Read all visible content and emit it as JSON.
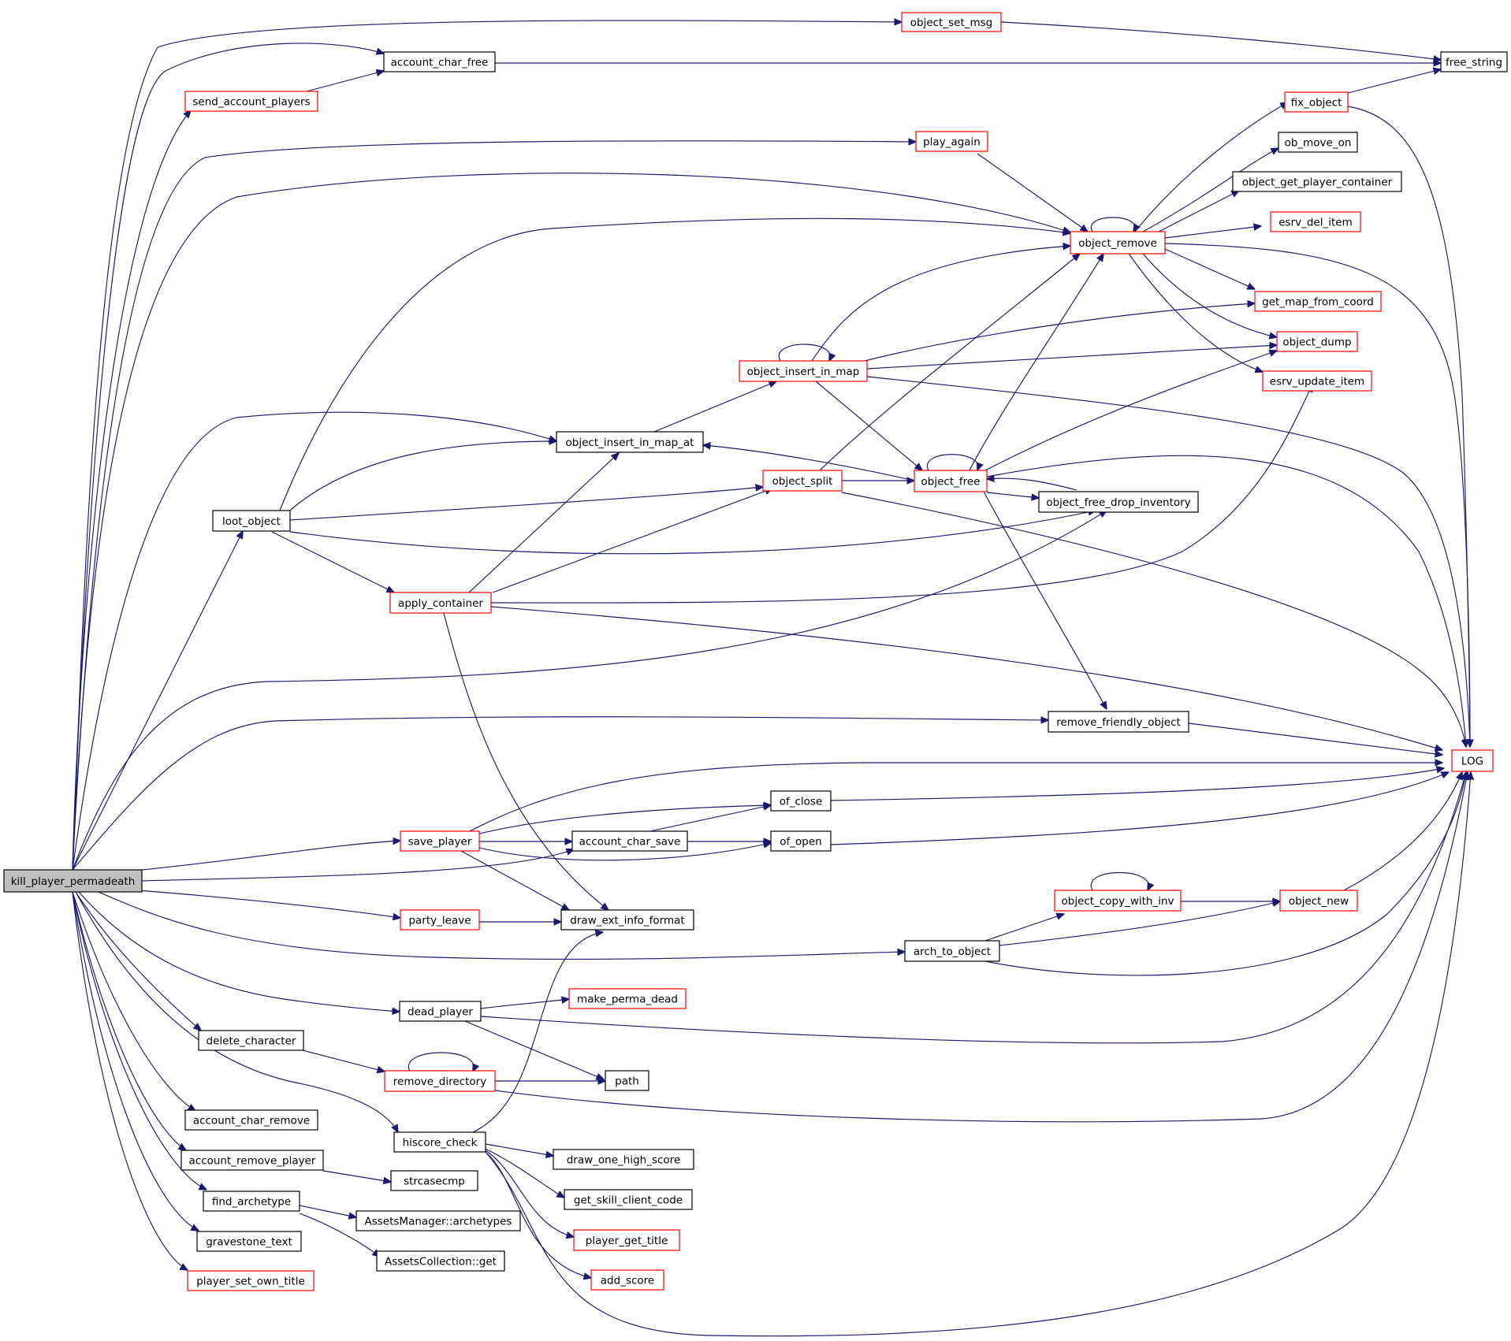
{
  "diagram": {
    "type": "call-graph",
    "colors": {
      "edge": "#191970",
      "root_fill": "#bfbfbf",
      "node_fill": "#ffffff",
      "border_black": "#000000",
      "border_red": "#ff0000"
    },
    "nodes": [
      {
        "id": "kill_player_permadeath",
        "label": "kill_player_permadeath",
        "border": "black",
        "root": true
      },
      {
        "id": "object_set_msg",
        "label": "object_set_msg",
        "border": "red"
      },
      {
        "id": "account_char_free",
        "label": "account_char_free",
        "border": "black"
      },
      {
        "id": "free_string",
        "label": "free_string",
        "border": "black"
      },
      {
        "id": "send_account_players",
        "label": "send_account_players",
        "border": "red"
      },
      {
        "id": "fix_object",
        "label": "fix_object",
        "border": "red"
      },
      {
        "id": "play_again",
        "label": "play_again",
        "border": "red"
      },
      {
        "id": "ob_move_on",
        "label": "ob_move_on",
        "border": "black"
      },
      {
        "id": "object_get_player_container",
        "label": "object_get_player_container",
        "border": "black"
      },
      {
        "id": "esrv_del_item",
        "label": "esrv_del_item",
        "border": "red"
      },
      {
        "id": "object_remove",
        "label": "object_remove",
        "border": "red"
      },
      {
        "id": "get_map_from_coord",
        "label": "get_map_from_coord",
        "border": "red"
      },
      {
        "id": "object_dump",
        "label": "object_dump",
        "border": "red"
      },
      {
        "id": "object_insert_in_map",
        "label": "object_insert_in_map",
        "border": "red"
      },
      {
        "id": "esrv_update_item",
        "label": "esrv_update_item",
        "border": "red"
      },
      {
        "id": "object_insert_in_map_at",
        "label": "object_insert_in_map_at",
        "border": "black"
      },
      {
        "id": "object_split",
        "label": "object_split",
        "border": "red"
      },
      {
        "id": "object_free",
        "label": "object_free",
        "border": "red"
      },
      {
        "id": "loot_object",
        "label": "loot_object",
        "border": "black"
      },
      {
        "id": "object_free_drop_inventory",
        "label": "object_free_drop_inventory",
        "border": "black"
      },
      {
        "id": "apply_container",
        "label": "apply_container",
        "border": "red"
      },
      {
        "id": "remove_friendly_object",
        "label": "remove_friendly_object",
        "border": "black"
      },
      {
        "id": "LOG",
        "label": "LOG",
        "border": "red"
      },
      {
        "id": "of_close",
        "label": "of_close",
        "border": "black"
      },
      {
        "id": "save_player",
        "label": "save_player",
        "border": "red"
      },
      {
        "id": "account_char_save",
        "label": "account_char_save",
        "border": "black"
      },
      {
        "id": "of_open",
        "label": "of_open",
        "border": "black"
      },
      {
        "id": "object_copy_with_inv",
        "label": "object_copy_with_inv",
        "border": "red"
      },
      {
        "id": "object_new",
        "label": "object_new",
        "border": "red"
      },
      {
        "id": "party_leave",
        "label": "party_leave",
        "border": "red"
      },
      {
        "id": "draw_ext_info_format",
        "label": "draw_ext_info_format",
        "border": "black"
      },
      {
        "id": "arch_to_object",
        "label": "arch_to_object",
        "border": "black"
      },
      {
        "id": "make_perma_dead",
        "label": "make_perma_dead",
        "border": "red"
      },
      {
        "id": "dead_player",
        "label": "dead_player",
        "border": "black"
      },
      {
        "id": "delete_character",
        "label": "delete_character",
        "border": "black"
      },
      {
        "id": "remove_directory",
        "label": "remove_directory",
        "border": "red"
      },
      {
        "id": "path",
        "label": "path",
        "border": "black"
      },
      {
        "id": "account_char_remove",
        "label": "account_char_remove",
        "border": "black"
      },
      {
        "id": "hiscore_check",
        "label": "hiscore_check",
        "border": "black"
      },
      {
        "id": "draw_one_high_score",
        "label": "draw_one_high_score",
        "border": "black"
      },
      {
        "id": "account_remove_player",
        "label": "account_remove_player",
        "border": "black"
      },
      {
        "id": "strcasecmp",
        "label": "strcasecmp",
        "border": "black"
      },
      {
        "id": "get_skill_client_code",
        "label": "get_skill_client_code",
        "border": "black"
      },
      {
        "id": "find_archetype",
        "label": "find_archetype",
        "border": "black"
      },
      {
        "id": "AssetsManager_archetypes",
        "label": "AssetsManager::archetypes",
        "border": "black"
      },
      {
        "id": "player_get_title",
        "label": "player_get_title",
        "border": "red"
      },
      {
        "id": "gravestone_text",
        "label": "gravestone_text",
        "border": "black"
      },
      {
        "id": "AssetsCollection_get",
        "label": "AssetsCollection::get",
        "border": "black"
      },
      {
        "id": "add_score",
        "label": "add_score",
        "border": "red"
      },
      {
        "id": "player_set_own_title",
        "label": "player_set_own_title",
        "border": "red"
      }
    ]
  }
}
